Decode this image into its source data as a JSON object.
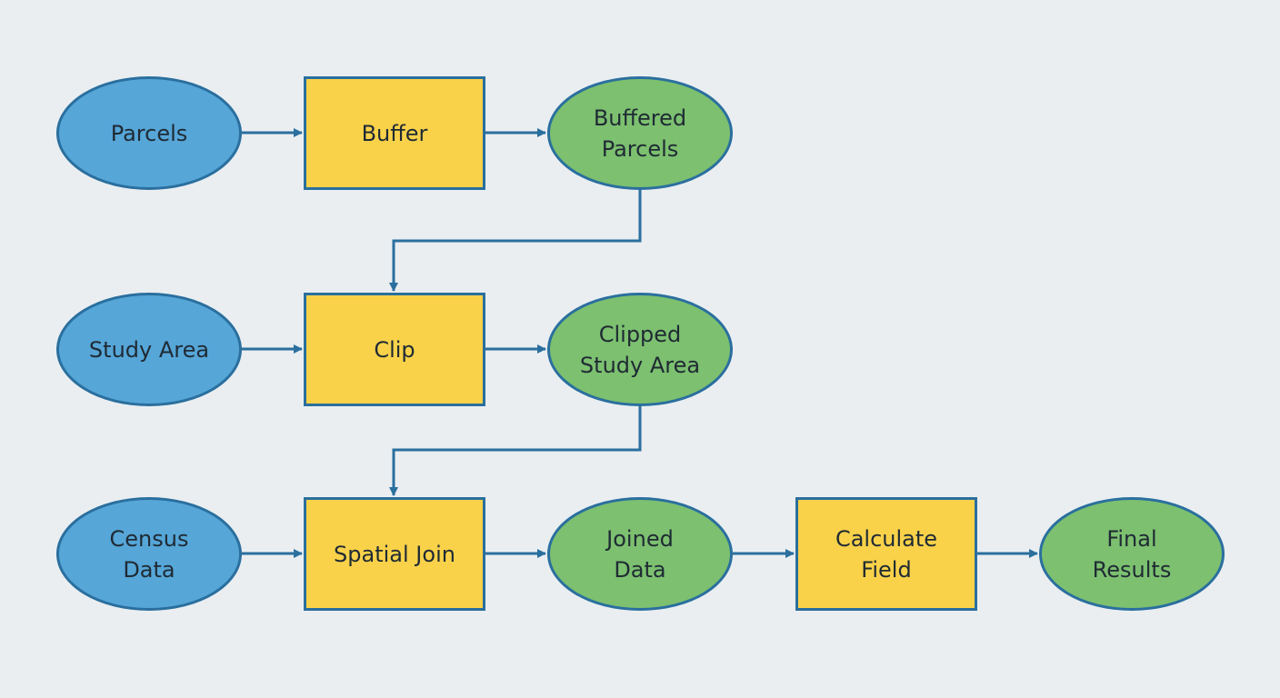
{
  "diagram": {
    "nodes": {
      "parcels": "Parcels",
      "buffer": "Buffer",
      "buffered_parcels": "Buffered\nParcels",
      "study_area": "Study Area",
      "clip": "Clip",
      "clipped_study_area": "Clipped\nStudy Area",
      "census_data": "Census\nData",
      "spatial_join": "Spatial Join",
      "joined_data": "Joined\nData",
      "calculate_field": "Calculate\nField",
      "final_results": "Final\nResults"
    },
    "edges": [
      [
        "parcels",
        "buffer"
      ],
      [
        "buffer",
        "buffered_parcels"
      ],
      [
        "buffered_parcels",
        "clip"
      ],
      [
        "study_area",
        "clip"
      ],
      [
        "clip",
        "clipped_study_area"
      ],
      [
        "clipped_study_area",
        "spatial_join"
      ],
      [
        "census_data",
        "spatial_join"
      ],
      [
        "spatial_join",
        "joined_data"
      ],
      [
        "joined_data",
        "calculate_field"
      ],
      [
        "calculate_field",
        "final_results"
      ]
    ],
    "colors": {
      "input": "#56a6d8",
      "tool": "#f9d24a",
      "output": "#7cc070",
      "stroke": "#2a6f9e",
      "background": "#eaeef1"
    }
  }
}
